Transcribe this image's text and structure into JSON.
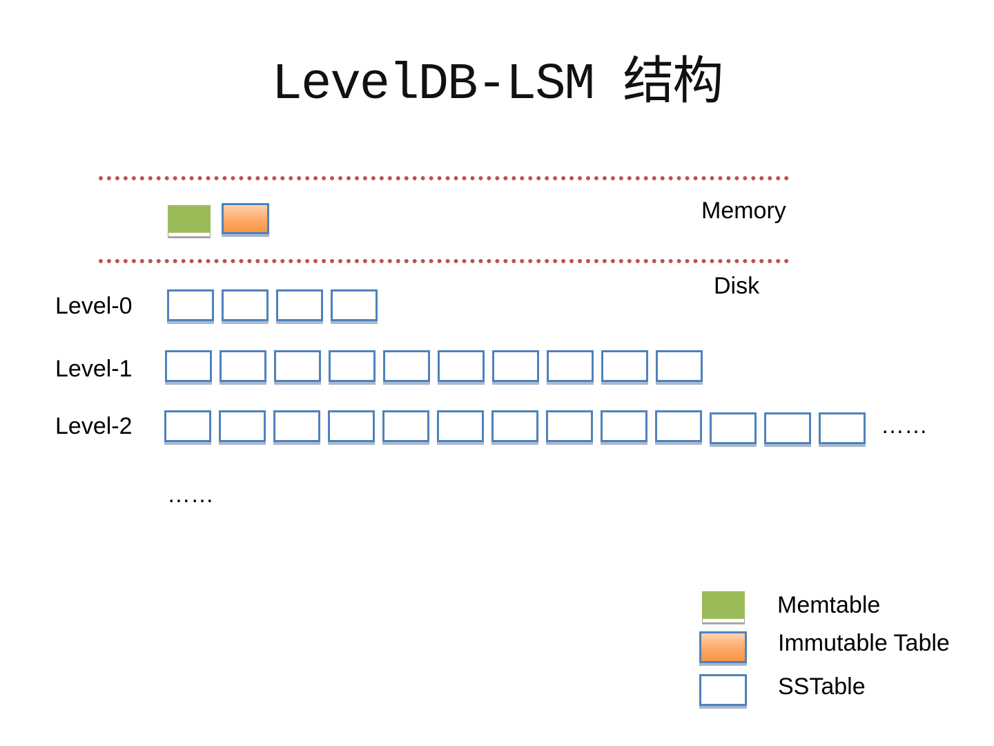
{
  "title": "LevelDB-LSM 结构",
  "memory_label": "Memory",
  "disk_label": "Disk",
  "colors": {
    "memtable": "#9bbb59",
    "immutable": "#f79646",
    "sstable_border": "#4f81bd",
    "divider": "#c0504d"
  },
  "levels": [
    {
      "label": "Level-0",
      "sstable_count": 4
    },
    {
      "label": "Level-1",
      "sstable_count": 10
    },
    {
      "label": "Level-2",
      "sstable_count": 13,
      "more": "……"
    }
  ],
  "more_levels": "……",
  "legend": {
    "memtable": "Memtable",
    "immutable": "Immutable Table",
    "sstable": "SSTable"
  }
}
